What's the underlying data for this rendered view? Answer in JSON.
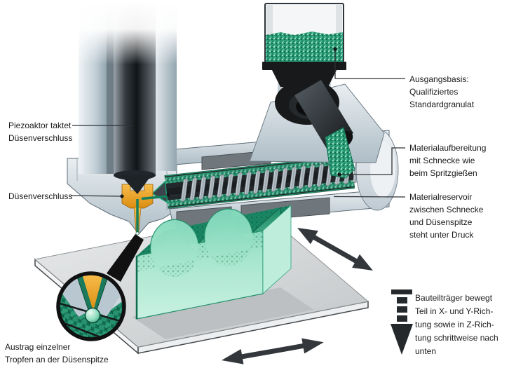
{
  "labels": {
    "piezo_actuator": {
      "lines": [
        "Piezoaktor taktet",
        "Düsenverschluss"
      ]
    },
    "nozzle_shutter": {
      "lines": [
        "Düsenverschluss"
      ]
    },
    "droplet_discharge": {
      "lines": [
        "Austrag einzelner",
        "Tropfen an der Düsenspitze"
      ]
    },
    "base_material": {
      "lines": [
        "Ausgangsbasis:",
        "Qualifiziertes",
        "Standardgranulat"
      ]
    },
    "material_preparation": {
      "lines": [
        "Materialaufbereitung",
        "mit Schnecke wie",
        "beim Spritzgießen"
      ]
    },
    "material_reservoir": {
      "lines": [
        "Materialreservoir",
        "zwischen Schnecke",
        "und Düsenspitze",
        "steht unter Druck"
      ]
    },
    "part_carrier": {
      "lines": [
        "Bauteilträger bewegt",
        "Teil in X- und Y-Rich-",
        "tung sowie in Z-Rich-",
        "tung schrittweise nach",
        "unten"
      ]
    }
  },
  "icons": {
    "xy_motion_upper": "double-headed-arrow-icon",
    "xy_motion_lower": "double-headed-arrow-icon",
    "z_motion": "stepped-down-arrow-icon",
    "detail_view": "magnifier-detail-circle"
  },
  "colors": {
    "background": "#FFFFFF",
    "material_green": "#2E9B77",
    "material_green_dark": "#0E6B4E",
    "material_green_light": "#9FDFC6",
    "part_mint": "#9FE3C8",
    "part_top_teal": "#1A8663",
    "nozzle_yellow": "#F2A93B",
    "metal_light": "#DDE4E9",
    "metal_dark": "#23282C",
    "platform_gray": "#D5D7D9",
    "arrow_gray": "#33373B",
    "label_text": "#1A1A1A"
  }
}
